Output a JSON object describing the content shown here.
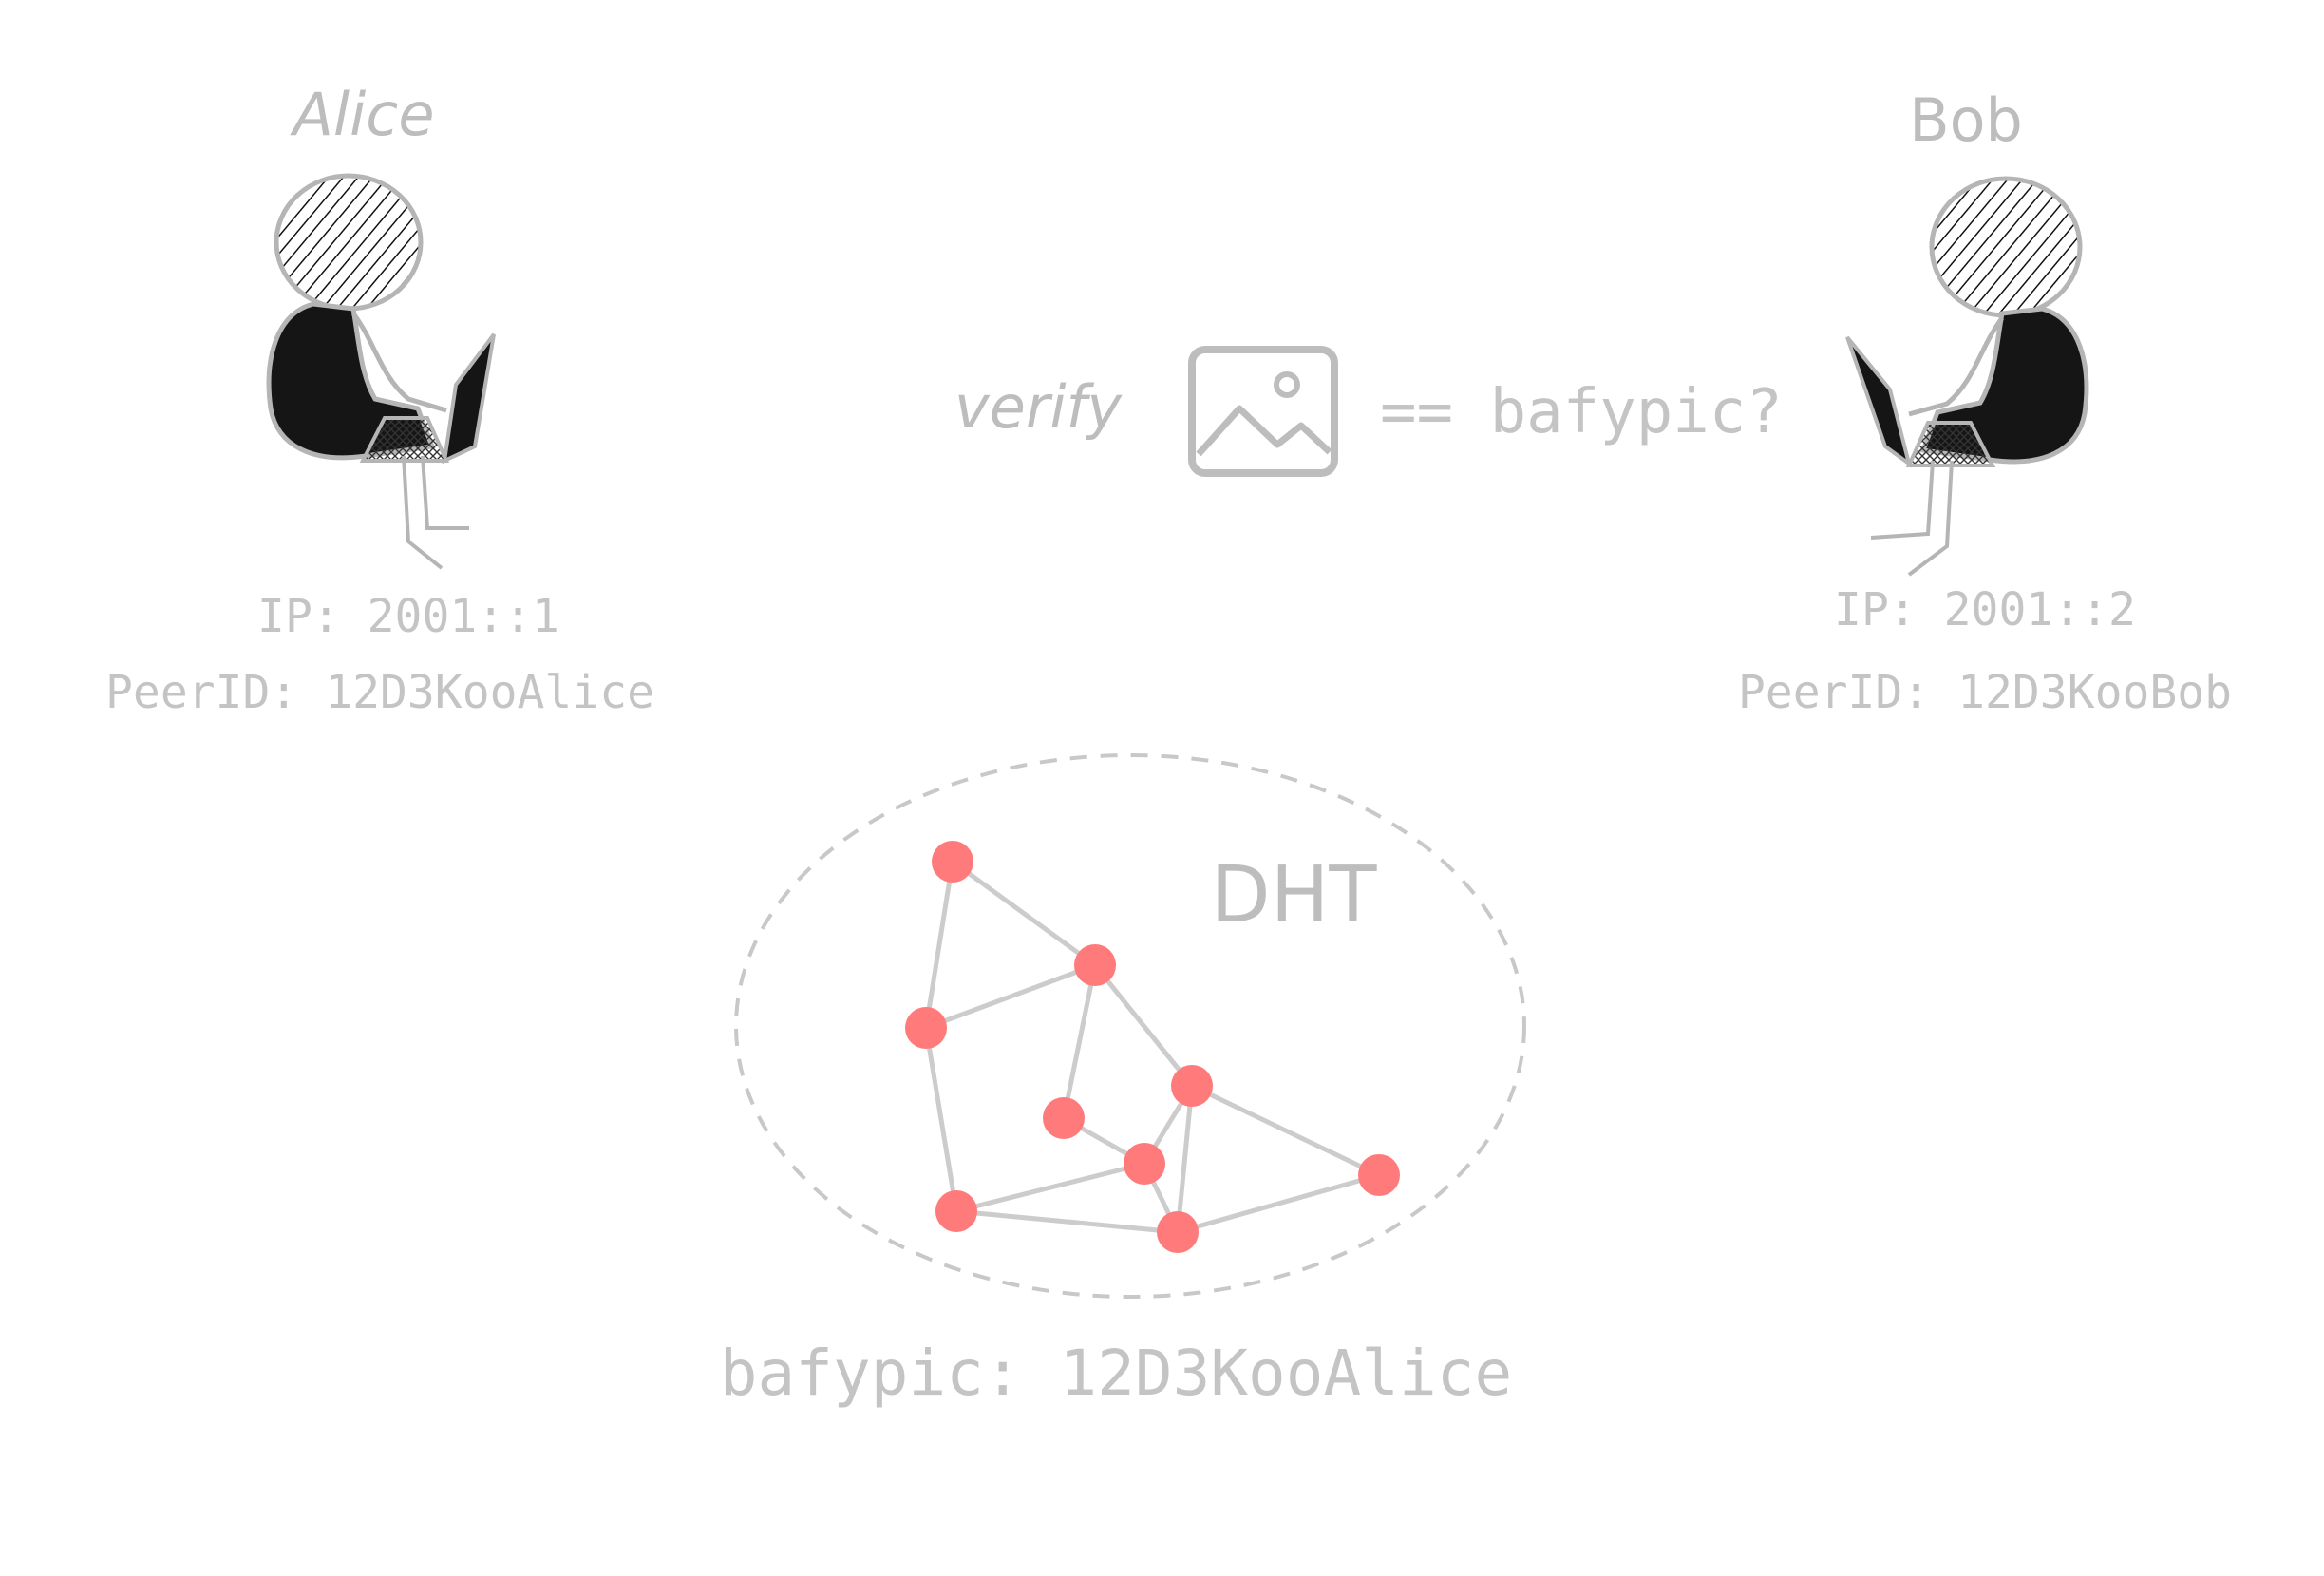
{
  "alice": {
    "name": "Alice",
    "ip": "IP: 2001::1",
    "peer_id": "PeerID: 12D3KooAlice"
  },
  "bob": {
    "name": "Bob",
    "ip": "IP: 2001::2",
    "peer_id": "PeerID: 12D3KooBob"
  },
  "verify": {
    "word": "verify",
    "suffix": "== bafypic?",
    "icon": "image-icon"
  },
  "dht": {
    "label": "DHT",
    "record": "bafypic: 12D3KooAlice",
    "node_color": "#ff7b7b",
    "edge_color": "#cccccc"
  },
  "colors": {
    "text": "#bdbdbd",
    "stroke": "#b5b5b5",
    "figure": "#151515"
  }
}
